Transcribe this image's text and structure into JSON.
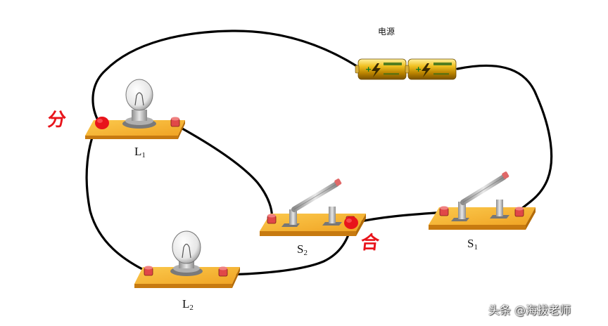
{
  "labels": {
    "power": "电源",
    "lamp1": {
      "name": "L",
      "sub": "1"
    },
    "lamp2": {
      "name": "L",
      "sub": "2"
    },
    "switch1": {
      "name": "S",
      "sub": "1"
    },
    "switch2": {
      "name": "S",
      "sub": "2"
    }
  },
  "annotations": {
    "split": "分",
    "merge": "合"
  },
  "watermark": "头条 @海拔老师",
  "colors": {
    "wire": "#000000",
    "base_top": "#f8b637",
    "base_side": "#c77a10",
    "terminal": "#e04848",
    "node": "#e8141b",
    "battery": "#e0a800"
  }
}
